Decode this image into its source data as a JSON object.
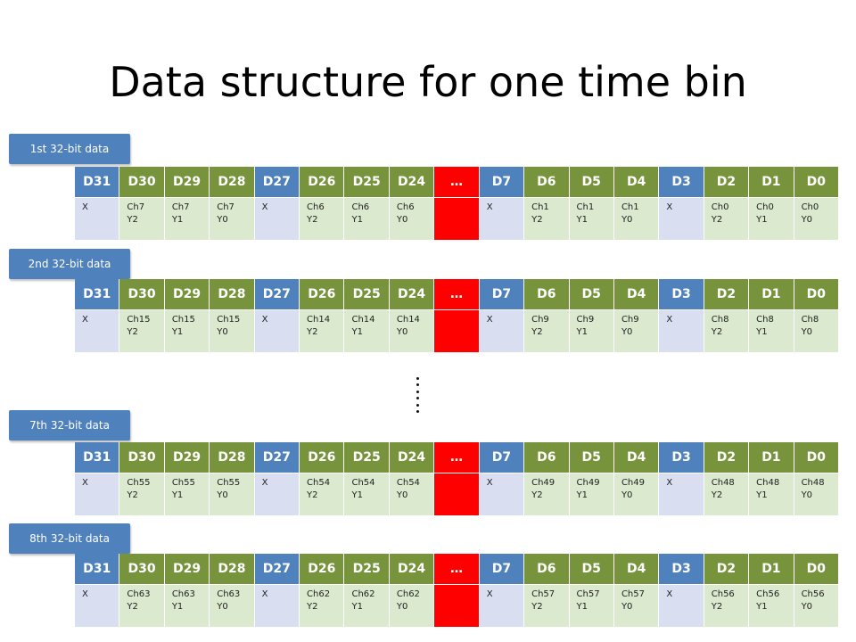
{
  "title": "Data structure for one time bin",
  "header_labels": [
    "D31",
    "D30",
    "D29",
    "D28",
    "D27",
    "D26",
    "D25",
    "D24",
    "…",
    "D7",
    "D6",
    "D5",
    "D4",
    "D3",
    "D2",
    "D1",
    "D0"
  ],
  "colors": {
    "header_blue": "#4472c4",
    "header_olive": "#77933c",
    "ellipsis_red": "#ff0000",
    "cell_blue": "#d9dff0",
    "cell_green": "#dbe9cf",
    "badge": "#4f81bd"
  },
  "registers": [
    {
      "label": "1st 32-bit data",
      "cells": [
        "X",
        "Ch7\nY2",
        "Ch7\nY1",
        "Ch7\nY0",
        "X",
        "Ch6\nY2",
        "Ch6\nY1",
        "Ch6\nY0",
        "…",
        "X",
        "Ch1\nY2",
        "Ch1\nY1",
        "Ch1\nY0",
        "X",
        "Ch0\nY2",
        "Ch0\nY1",
        "Ch0\nY0"
      ]
    },
    {
      "label": "2nd  32-bit data",
      "cells": [
        "X",
        "Ch15\nY2",
        "Ch15\nY1",
        "Ch15\nY0",
        "X",
        "Ch14\nY2",
        "Ch14\nY1",
        "Ch14\nY0",
        "…",
        "X",
        "Ch9\nY2",
        "Ch9\nY1",
        "Ch9\nY0",
        "X",
        "Ch8\nY2",
        "Ch8\nY1",
        "Ch8\nY0"
      ]
    },
    {
      "label": "7th 32-bit data",
      "cells": [
        "X",
        "Ch55\nY2",
        "Ch55\nY1",
        "Ch55\nY0",
        "X",
        "Ch54\nY2",
        "Ch54\nY1",
        "Ch54\nY0",
        "…",
        "X",
        "Ch49\nY2",
        "Ch49\nY1",
        "Ch49\nY0",
        "X",
        "Ch48\nY2",
        "Ch48\nY1",
        "Ch48\nY0"
      ]
    },
    {
      "label": "8th  32-bit data",
      "cells": [
        "X",
        "Ch63\nY2",
        "Ch63\nY1",
        "Ch63\nY0",
        "X",
        "Ch62\nY2",
        "Ch62\nY1",
        "Ch62\nY0",
        "…",
        "X",
        "Ch57\nY2",
        "Ch57\nY1",
        "Ch57\nY0",
        "X",
        "Ch56\nY2",
        "Ch56\nY1",
        "Ch56\nY0"
      ]
    }
  ]
}
